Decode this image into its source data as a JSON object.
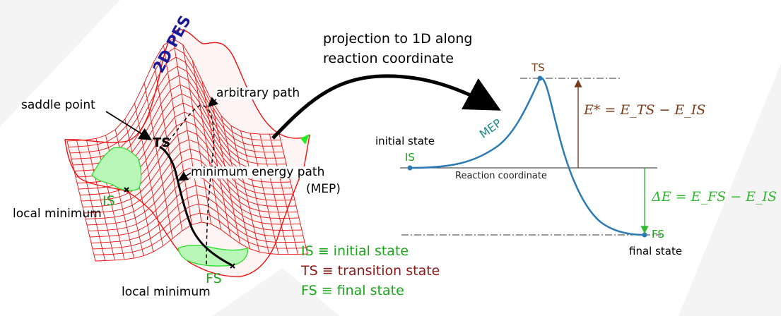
{
  "left_panel": {
    "pes_label": "2D PES",
    "saddle_point_label": "saddle point",
    "arbitrary_path_label": "arbitrary path",
    "ts_label": "TS",
    "mep_label_line1": "minimum energy path",
    "mep_label_line2": "(MEP)",
    "is_label": "IS",
    "fs_label": "FS",
    "local_minimum_left": "local minimum",
    "local_minimum_bottom": "local minimum"
  },
  "projection": {
    "line1": "projection to 1D along",
    "line2": "reaction coordinate"
  },
  "right_panel": {
    "ts_label": "TS",
    "mep_label": "MEP",
    "initial_state_label": "initial state",
    "is_label": "IS",
    "axis_label": "Reaction coordinate",
    "fs_label": "FS",
    "final_state_label": "final state",
    "activation_energy": "E* = E_TS − E_IS",
    "reaction_energy": "ΔE = E_FS − E_IS"
  },
  "legend": [
    {
      "text": "IS  ≡ initial state",
      "color": "#1aa71a"
    },
    {
      "text": "TS ≡ transition state",
      "color": "#8b1a1a"
    },
    {
      "text": "FS ≡ final state",
      "color": "#1aa71a"
    }
  ],
  "colors": {
    "mesh": "#ee1111",
    "minima": "#22ee22",
    "curve": "#2a7ab5",
    "activation": "#7a3b1b",
    "reaction": "#2dbb2d",
    "label_green": "#1aa71a",
    "label_teal": "#1f8a8a",
    "pes_text": "#1a1a9a"
  }
}
